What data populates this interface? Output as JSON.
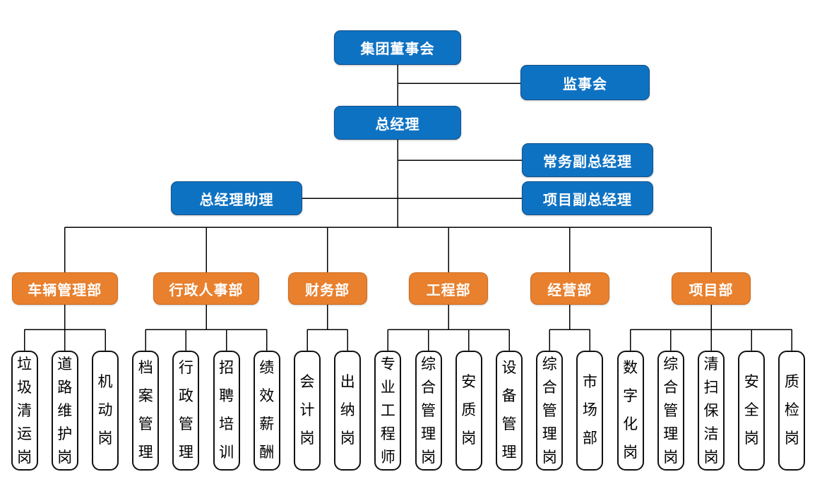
{
  "diagram": {
    "executives": {
      "board": {
        "label": "集团董事会"
      },
      "supervisory": {
        "label": "监事会"
      },
      "general_manager": {
        "label": "总经理"
      },
      "executive_deputy_gm": {
        "label": "常务副总经理"
      },
      "gm_assistant": {
        "label": "总经理助理"
      },
      "project_deputy_gm": {
        "label": "项目副总经理"
      }
    },
    "departments": [
      {
        "label": "车辆管理部",
        "children": [
          "垃圾清运岗",
          "道路维护岗",
          "机动岗"
        ]
      },
      {
        "label": "行政人事部",
        "children": [
          "档案管理",
          "行政管理",
          "招聘培训",
          "绩效薪酬"
        ]
      },
      {
        "label": "财务部",
        "children": [
          "会计岗",
          "出纳岗"
        ]
      },
      {
        "label": "工程部",
        "children": [
          "专业工程师",
          "综合管理岗",
          "安质岗",
          "设备管理"
        ]
      },
      {
        "label": "经营部",
        "children": [
          "综合管理岗",
          "市场部"
        ]
      },
      {
        "label": "项目部",
        "children": [
          "数字化岗",
          "综合管理岗",
          "清扫保洁岗",
          "安全岗",
          "质检岗"
        ]
      }
    ],
    "colors": {
      "executive_fill": "#0E72C3",
      "department_fill": "#E8802E",
      "node_text": "#FFFFFF",
      "leaf_fill": "#FFFFFF",
      "leaf_border": "#111111",
      "leaf_text": "#000000",
      "connector": "#000000"
    }
  }
}
